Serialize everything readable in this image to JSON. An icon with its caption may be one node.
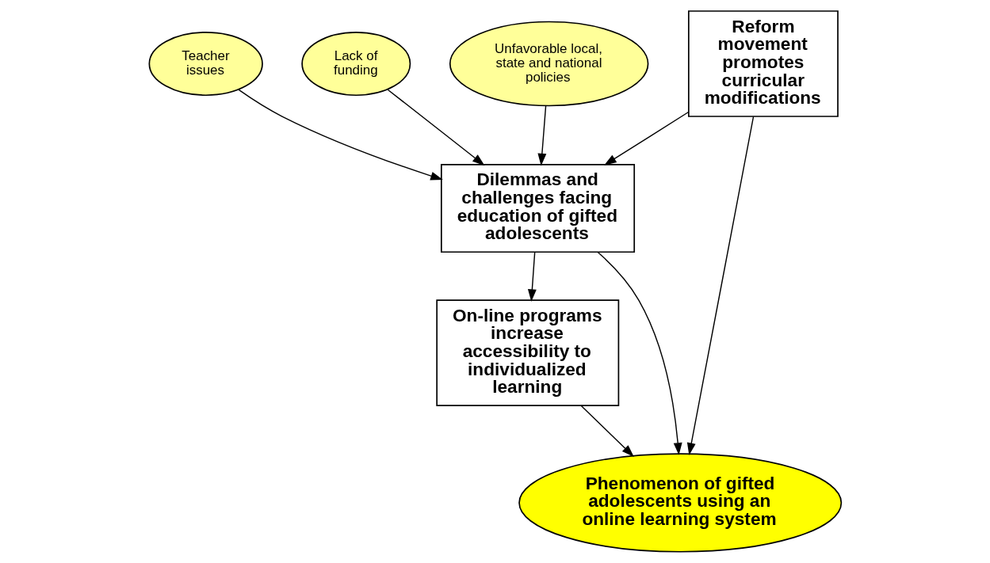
{
  "diagram": {
    "nodes": [
      {
        "text": [
          "Reform movement promotes curricular modifications"
        ]
      },
      {
        "text": [
          "Teacher issues"
        ]
      },
      {
        "text": [
          "Lack of funding"
        ]
      },
      {
        "text": [
          "Unfavorable local, state and national policies"
        ]
      },
      {
        "text": [
          "Dilemmas and challenges facing education of gifted adolescents"
        ]
      },
      {
        "text": [
          "On-line programs increase accessibility to individualized learning"
        ]
      },
      {
        "text": [
          "Phenomenon of gifted adolescents using an online learning system"
        ]
      }
    ],
    "edges": [
      {
        "from": 1,
        "to": 4,
        "arrow": "to"
      },
      {
        "from": 2,
        "to": 4,
        "arrow": "to"
      },
      {
        "from": 3,
        "to": 4,
        "arrow": "to"
      },
      {
        "from": 0,
        "to": 4,
        "arrow": "to"
      },
      {
        "from": 4,
        "to": 5,
        "arrow": "to"
      },
      {
        "from": 4,
        "to": 6,
        "arrow": "to"
      },
      {
        "from": 0,
        "to": 6,
        "arrow": "to"
      },
      {
        "from": 5,
        "to": 6,
        "arrow": "to"
      }
    ]
  }
}
